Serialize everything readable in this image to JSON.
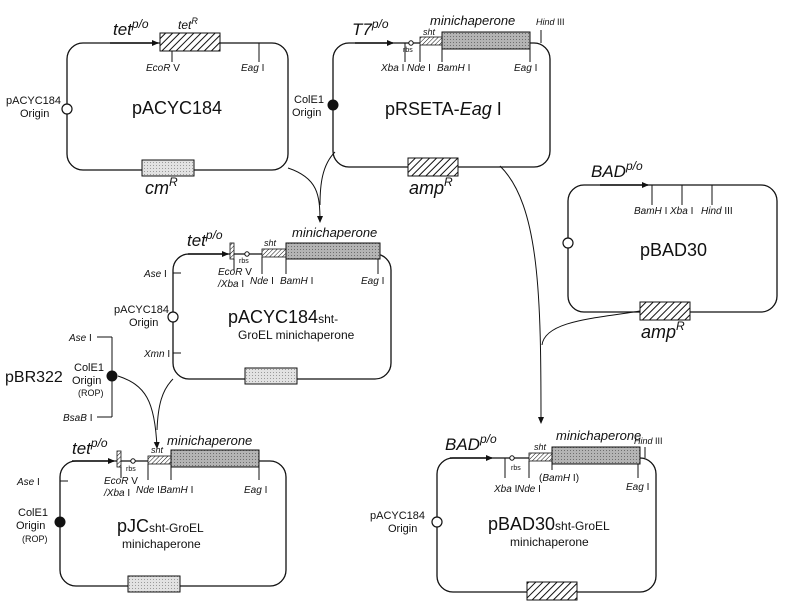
{
  "plasmids": {
    "pacyc184": {
      "name": "pACYC184",
      "promoter_base": "tet",
      "promoter_sup": "p/o",
      "gene_base": "tet",
      "gene_sup": "R",
      "ecor": "EcoR",
      "ecor_roman": "V",
      "eag": "Eag",
      "eag_roman": "I",
      "origin_line1": "pACYC184",
      "origin_line2": "Origin",
      "marker_base": "cm",
      "marker_sup": "R"
    },
    "prseta": {
      "name_prefix": "pRSETA-",
      "name_italic": "Eag",
      "name_suffix": " I",
      "promoter_base": "T7",
      "promoter_sup": "p/o",
      "minichaperone": "minichaperone",
      "hind": "Hind",
      "hind_roman": "III",
      "rbs": "rbs",
      "sht": "sht",
      "xba": "Xba",
      "xba_roman": "I",
      "nde": "Nde",
      "nde_roman": "I",
      "bamh": "BamH",
      "bamh_roman": "I",
      "eag": "Eag",
      "eag_roman": "I",
      "origin_line1": "ColE1",
      "origin_line2": "Origin",
      "marker_base": "amp",
      "marker_sup": "R"
    },
    "pbad30": {
      "name": "pBAD30",
      "promoter_base": "BAD",
      "promoter_sup": "p/o",
      "bamh": "BamH",
      "bamh_roman": "I",
      "xba": "Xba",
      "xba_roman": "I",
      "hind": "Hind",
      "hind_roman": "III",
      "marker_base": "amp",
      "marker_sup": "R"
    },
    "pacyc184_sht": {
      "name_line1_main": "pACYC184",
      "name_line1_small": "sht-",
      "name_line2": "GroEL minichaperone",
      "promoter_base": "tet",
      "promoter_sup": "p/o",
      "minichaperone": "minichaperone",
      "rbs": "rbs",
      "sht": "sht",
      "ase": "Ase",
      "ase_roman": "I",
      "ecor": "EcoR",
      "ecor_roman": "V",
      "xba": "/Xba",
      "xba_roman": "I",
      "nde": "Nde",
      "nde_roman": "I",
      "bamh": "BamH",
      "bamh_roman": "I",
      "eag": "Eag",
      "eag_roman": "I",
      "origin_line1": "pACYC184",
      "origin_line2": "Origin",
      "xmn": "Xmn",
      "xmn_roman": "I"
    },
    "pbr322": {
      "label": "pBR322",
      "ase": "Ase",
      "ase_roman": "I",
      "origin_line1": "ColE1",
      "origin_line2": "Origin",
      "origin_line3": "(ROP)",
      "bsab": "BsaB",
      "bsab_roman": "I"
    },
    "pjc": {
      "name_line1_main": "pJC",
      "name_line1_small": "sht-GroEL",
      "name_line2": "minichaperone",
      "promoter_base": "tet",
      "promoter_sup": "p/o",
      "minichaperone": "minichaperone",
      "rbs": "rbs",
      "sht": "sht",
      "ase": "Ase",
      "ase_roman": "I",
      "ecor": "EcoR",
      "ecor_roman": "V",
      "xba": "/Xba",
      "xba_roman": "I",
      "nde": "Nde",
      "nde_roman": "I",
      "bamh": "BamH",
      "bamh_roman": "I",
      "eag": "Eag",
      "eag_roman": "I",
      "origin_line1": "ColE1",
      "origin_line2": "Origin",
      "origin_line3": "(ROP)"
    },
    "pbad30_sht": {
      "name_line1_main": "pBAD30",
      "name_line1_small": "sht-GroEL",
      "name_line2": "minichaperone",
      "promoter_base": "BAD",
      "promoter_sup": "p/o",
      "minichaperone": "minichaperone",
      "rbs": "rbs",
      "sht": "sht",
      "hind": "Hind",
      "hind_roman": "III",
      "xba": "Xba",
      "xba_roman": "I",
      "nde": "Nde",
      "nde_roman": "I",
      "bamh_prefix": "(",
      "bamh": "BamH",
      "bamh_roman": "I)",
      "eag": "Eag",
      "eag_roman": "I",
      "origin_line1": "pACYC184",
      "origin_line2": "Origin"
    }
  }
}
